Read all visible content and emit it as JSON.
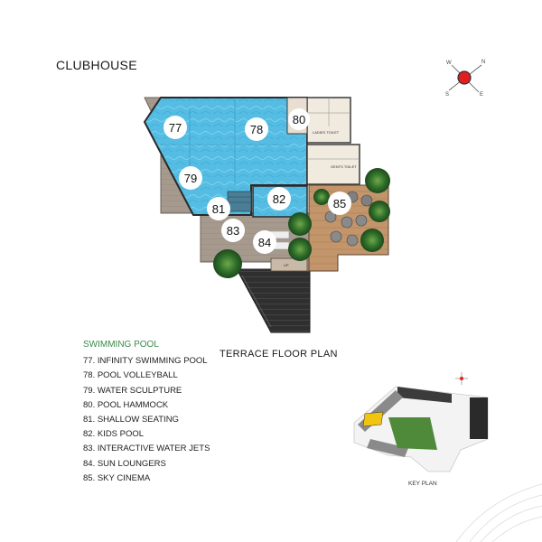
{
  "title": "CLUBHOUSE",
  "plan_caption": "TERRACE FLOOR PLAN",
  "key_caption": "KEY PLAN",
  "compass": {
    "n": "N",
    "e": "E",
    "s": "S",
    "w": "W"
  },
  "rooms": {
    "ladies_toilet": "LADIES TOILET",
    "gents_toilet": "GENTS TOILET",
    "up": "UP"
  },
  "legend": {
    "heading": "SWIMMING POOL",
    "items": [
      "77. INFINITY SWIMMING POOL",
      "78. POOL VOLLEYBALL",
      "79. WATER SCULPTURE",
      "80. POOL HAMMOCK",
      "81. SHALLOW SEATING",
      "82. KIDS POOL",
      "83. INTERACTIVE WATER JETS",
      "84. SUN LOUNGERS",
      "85. SKY CINEMA"
    ]
  },
  "markers": [
    "77",
    "78",
    "79",
    "80",
    "81",
    "82",
    "83",
    "84",
    "85"
  ],
  "colors": {
    "pool": "#4fb8e0",
    "deck": "#9c8f84",
    "wood": "#b88a5c",
    "dark": "#2d2d2d",
    "tree": "#2e6b2a",
    "compass": "#e02020"
  }
}
